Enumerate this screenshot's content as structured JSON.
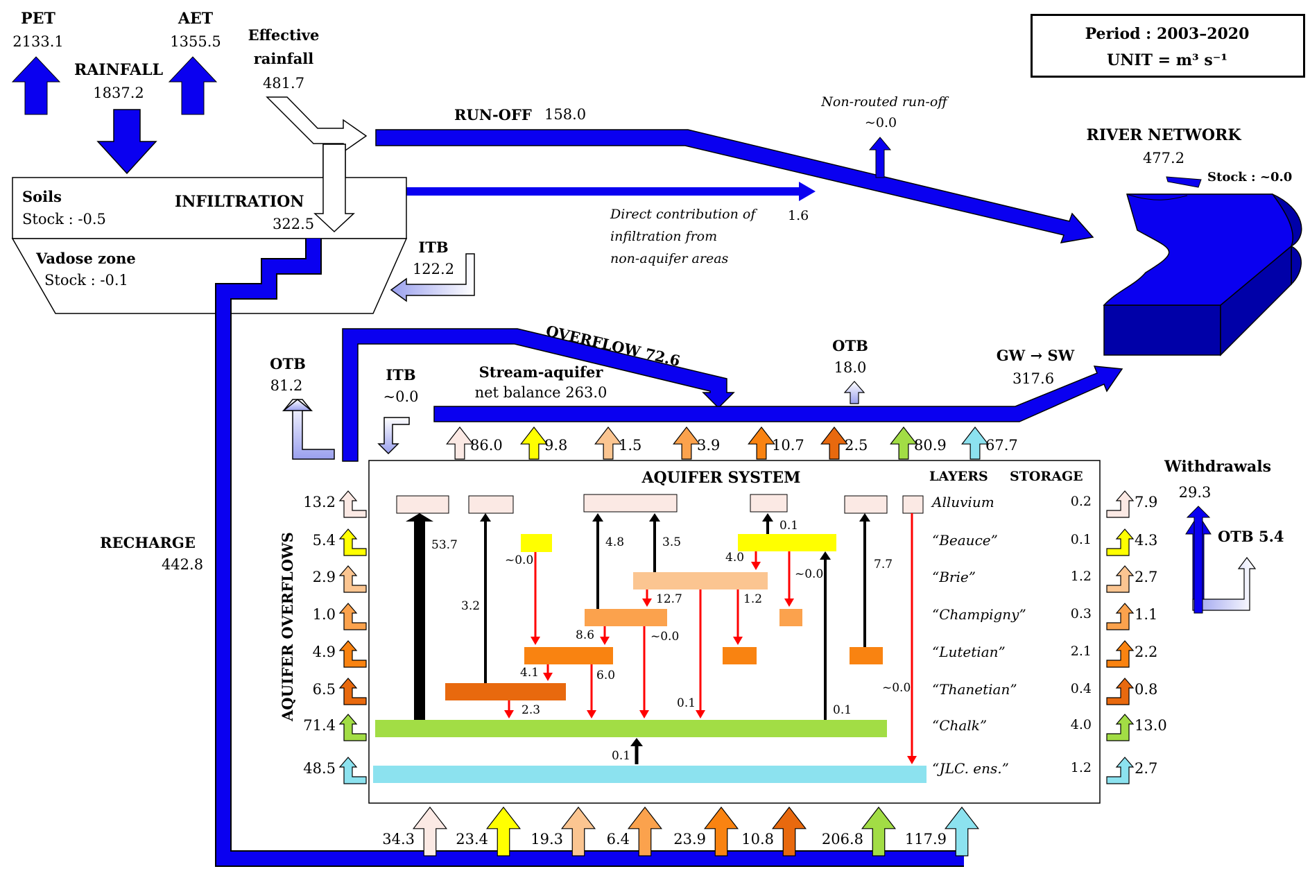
{
  "colors": {
    "flow": "#0a00f0",
    "flow_dark": "#0000a8",
    "black": "#000000",
    "red": "#ff0000",
    "alluvium": "#fbe9e4",
    "beauce": "#ffff00",
    "brie": "#fbc591",
    "champigny": "#fba24d",
    "lutetian": "#f98311",
    "thanetian": "#e8690e",
    "chalk": "#a2dd45",
    "jlc": "#8ce2ef",
    "otb_light": "#eef0ff"
  },
  "header": {
    "period": "Period : 2003–2020",
    "unit": "UNIT = m³ s⁻¹"
  },
  "top": {
    "pet_label": "PET",
    "pet_value": "2133.1",
    "aet_label": "AET",
    "aet_value": "1355.5",
    "rainfall_label": "RAINFALL",
    "rainfall_value": "1837.2",
    "eff_label_1": "Effective",
    "eff_label_2": "rainfall",
    "eff_value": "481.7",
    "runoff_label": "RUN-OFF",
    "runoff_value": "158.0",
    "nonrouted_label": "Non-routed run-off",
    "nonrouted_value": "~0.0",
    "direct_1": "Direct contribution of",
    "direct_2": "infiltration from",
    "direct_3": "non-aquifer areas",
    "direct_value": "1.6",
    "river_label": "RIVER NETWORK",
    "river_value": "477.2",
    "river_stock": "Stock : ~0.0"
  },
  "soil": {
    "soils_label": "Soils",
    "soils_stock": "Stock : -0.5",
    "infiltration_label": "INFILTRATION",
    "infiltration_value": "322.5",
    "vadose_label": "Vadose zone",
    "vadose_stock": "Stock : -0.1",
    "itb_label": "ITB",
    "itb_value": "122.2"
  },
  "middle": {
    "overflow_label": "OVERFLOW 72.6",
    "otb_left_label": "OTB",
    "otb_left_value": "81.2",
    "itb2_label": "ITB",
    "itb2_value": "~0.0",
    "stream_1": "Stream-aquifer",
    "stream_2": "net balance 263.0",
    "otb_mid_label": "OTB",
    "otb_mid_value": "18.0",
    "gwsw_label": "GW → SW",
    "gwsw_value": "317.6",
    "recharge_label": "RECHARGE",
    "recharge_value": "442.8",
    "top_arrow_values": [
      "86.0",
      "9.8",
      "1.5",
      "3.9",
      "10.7",
      "2.5",
      "80.9",
      "67.7"
    ]
  },
  "aquifer": {
    "title": "AQUIFER SYSTEM",
    "layers_header": "LAYERS",
    "storage_header": "STORAGE",
    "overflows_label": "AQUIFER OVERFLOWS",
    "layers": [
      {
        "name": "Alluvium",
        "storage": "0.2",
        "overflow": "13.2",
        "withdrawal": "7.9"
      },
      {
        "name": "“Beauce”",
        "storage": "0.1",
        "overflow": "5.4",
        "withdrawal": "4.3"
      },
      {
        "name": "“Brie”",
        "storage": "1.2",
        "overflow": "2.9",
        "withdrawal": "2.7"
      },
      {
        "name": "“Champigny”",
        "storage": "0.3",
        "overflow": "1.0",
        "withdrawal": "1.1"
      },
      {
        "name": "“Lutetian”",
        "storage": "2.1",
        "overflow": "4.9",
        "withdrawal": "2.2"
      },
      {
        "name": "“Thanetian”",
        "storage": "0.4",
        "overflow": "6.5",
        "withdrawal": "0.8"
      },
      {
        "name": "“Chalk”",
        "storage": "4.0",
        "overflow": "71.4",
        "withdrawal": "13.0"
      },
      {
        "name": "“JLC. ens.”",
        "storage": "1.2",
        "overflow": "48.5",
        "withdrawal": "2.7"
      }
    ],
    "exchange_labels": [
      "53.7",
      "3.2",
      "~0.0",
      "4.8",
      "3.5",
      "0.1",
      "4.0",
      "~0.0",
      "7.7",
      "12.7",
      "1.2",
      "8.6",
      "~0.0",
      "4.1",
      "6.0",
      "2.3",
      "0.1",
      "0.1",
      "~0.0",
      "0.1"
    ],
    "bottom_values": [
      "34.3",
      "23.4",
      "19.3",
      "6.4",
      "23.9",
      "10.8",
      "206.8",
      "117.9"
    ]
  },
  "withdrawals": {
    "label": "Withdrawals",
    "value": "29.3",
    "otb": "OTB 5.4"
  }
}
